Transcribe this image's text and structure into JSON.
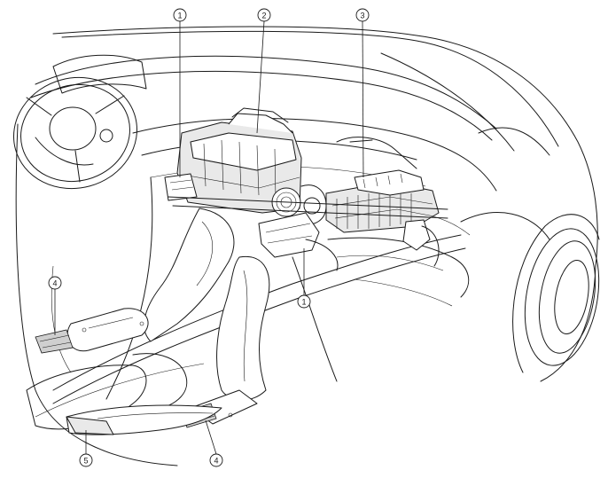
{
  "callouts": [
    {
      "id": "c1a",
      "label": "1"
    },
    {
      "id": "c2",
      "label": "2"
    },
    {
      "id": "c3",
      "label": "3"
    },
    {
      "id": "c4a",
      "label": "4"
    },
    {
      "id": "c1b",
      "label": "1"
    },
    {
      "id": "c5",
      "label": "5"
    },
    {
      "id": "c4b",
      "label": "4"
    }
  ]
}
